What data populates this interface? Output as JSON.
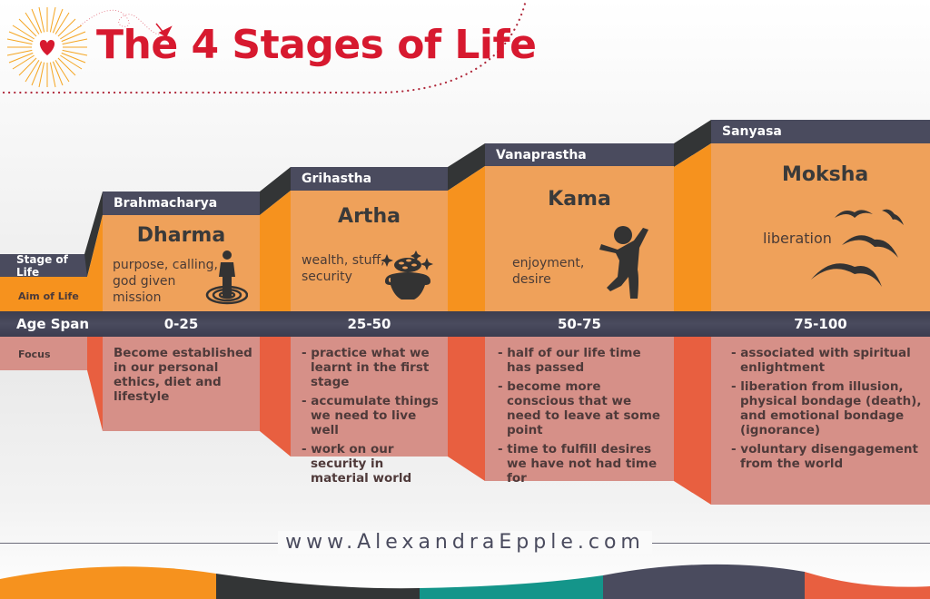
{
  "title": "The 4 Stages of Life",
  "row_labels": {
    "stage_of_life": "Stage of Life",
    "aim_of_life": "Aim of Life",
    "age_span": "Age Span",
    "focus": "Focus"
  },
  "stages": [
    {
      "stage": "Brahmacharya",
      "aim": "Dharma",
      "aim_description": "purpose, calling, god given mission",
      "icon": "person-standing-ripples-icon",
      "age_span": "0-25",
      "focus": [
        "Become established in our personal ethics, diet and lifestyle"
      ]
    },
    {
      "stage": "Grihastha",
      "aim": "Artha",
      "aim_description": "wealth, stuff, security",
      "icon": "pot-of-gold-icon",
      "age_span": "25-50",
      "focus": [
        "- practice what we learnt in the first stage",
        "- accumulate things we need to live well",
        "- work on our security in material world"
      ]
    },
    {
      "stage": "Vanaprastha",
      "aim": "Kama",
      "aim_description": "enjoyment, desire",
      "icon": "jumping-person-icon",
      "age_span": "50-75",
      "focus": [
        "- half of our life time has passed",
        "- become more conscious that we need to leave at some point",
        "- time to fulfill desires we have not had time for"
      ]
    },
    {
      "stage": "Sanyasa",
      "aim": "Moksha",
      "aim_description": "liberation",
      "icon": "flying-birds-icon",
      "age_span": "75-100",
      "focus": [
        "- associated with spiritual enlightment",
        "- liberation from illusion, physical bondage (death), and emotional bondage (ignorance)",
        "- voluntary disengagement from the world"
      ]
    }
  ],
  "footer": {
    "url": "www.AlexandraEpple.com"
  },
  "colors": {
    "title_red": "#d7192f",
    "header_dark": "#4a4b5e",
    "aim_orange": "#efa15a",
    "side_orange": "#f6921e",
    "focus_pink": "#d69088",
    "side_red": "#e85f40",
    "wave": [
      "#f6921e",
      "#333536",
      "#14958a",
      "#4a4b5e",
      "#e85f40"
    ]
  }
}
